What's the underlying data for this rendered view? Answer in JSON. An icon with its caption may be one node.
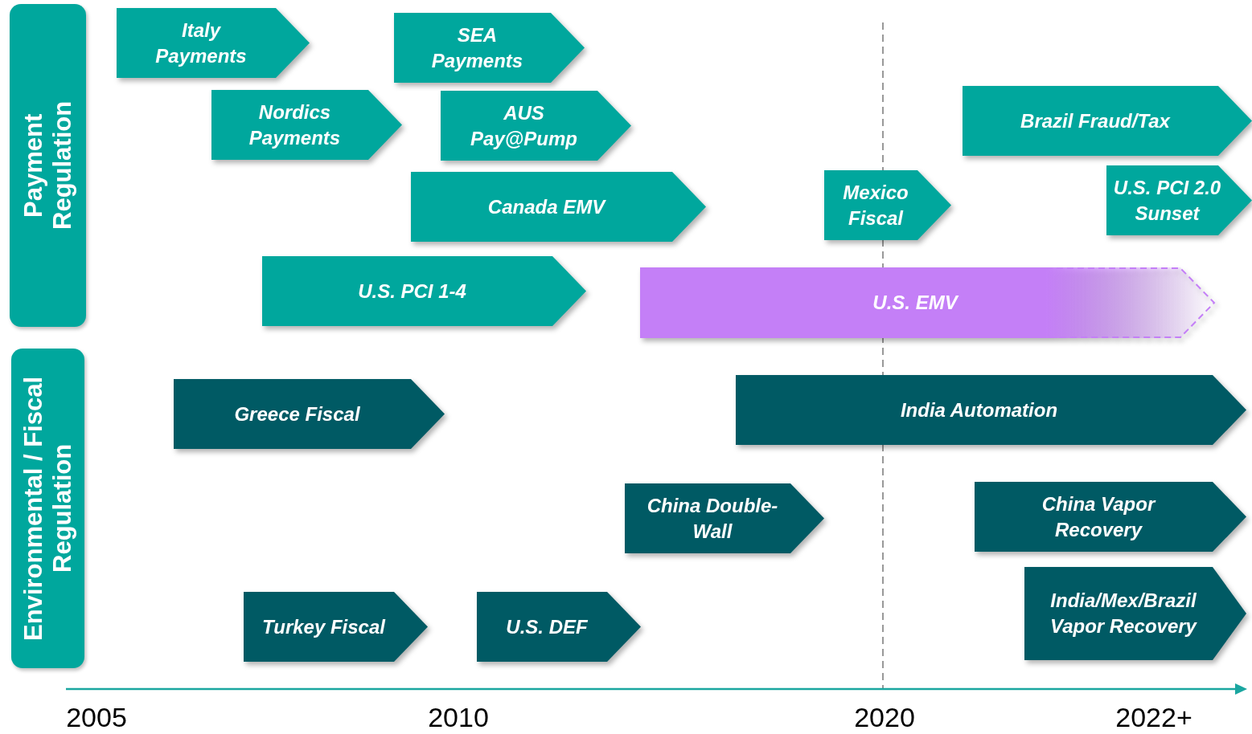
{
  "diagram": {
    "nodes": [
      {
        "text": [
          "Payment Regulation"
        ]
      },
      {
        "text": [
          "Environmental / Fiscal Regulation"
        ]
      },
      {
        "text": [
          "Italy Payments"
        ]
      },
      {
        "text": [
          "SEA Payments"
        ]
      },
      {
        "text": [
          "Nordics Payments"
        ]
      },
      {
        "text": [
          "AUS Pay@Pump"
        ]
      },
      {
        "text": [
          "Brazil Fraud/Tax"
        ]
      },
      {
        "text": [
          "Canada EMV"
        ]
      },
      {
        "text": [
          "Mexico Fiscal"
        ]
      },
      {
        "text": [
          "U.S. PCI 2.0 Sunset"
        ]
      },
      {
        "text": [
          "U.S. PCI 1-4"
        ]
      },
      {
        "text": [
          "U.S. EMV"
        ]
      },
      {
        "text": [
          "Greece Fiscal"
        ]
      },
      {
        "text": [
          "India Automation"
        ]
      },
      {
        "text": [
          "China Double-Wall"
        ]
      },
      {
        "text": [
          "China Vapor Recovery"
        ]
      },
      {
        "text": [
          "India/Mex/Brazil Vapor Recovery"
        ]
      },
      {
        "text": [
          "Turkey Fiscal"
        ]
      },
      {
        "text": [
          "U.S. DEF"
        ]
      }
    ],
    "edges": [],
    "labels": [
      "2005",
      "2010",
      "2020",
      "2022+"
    ]
  }
}
